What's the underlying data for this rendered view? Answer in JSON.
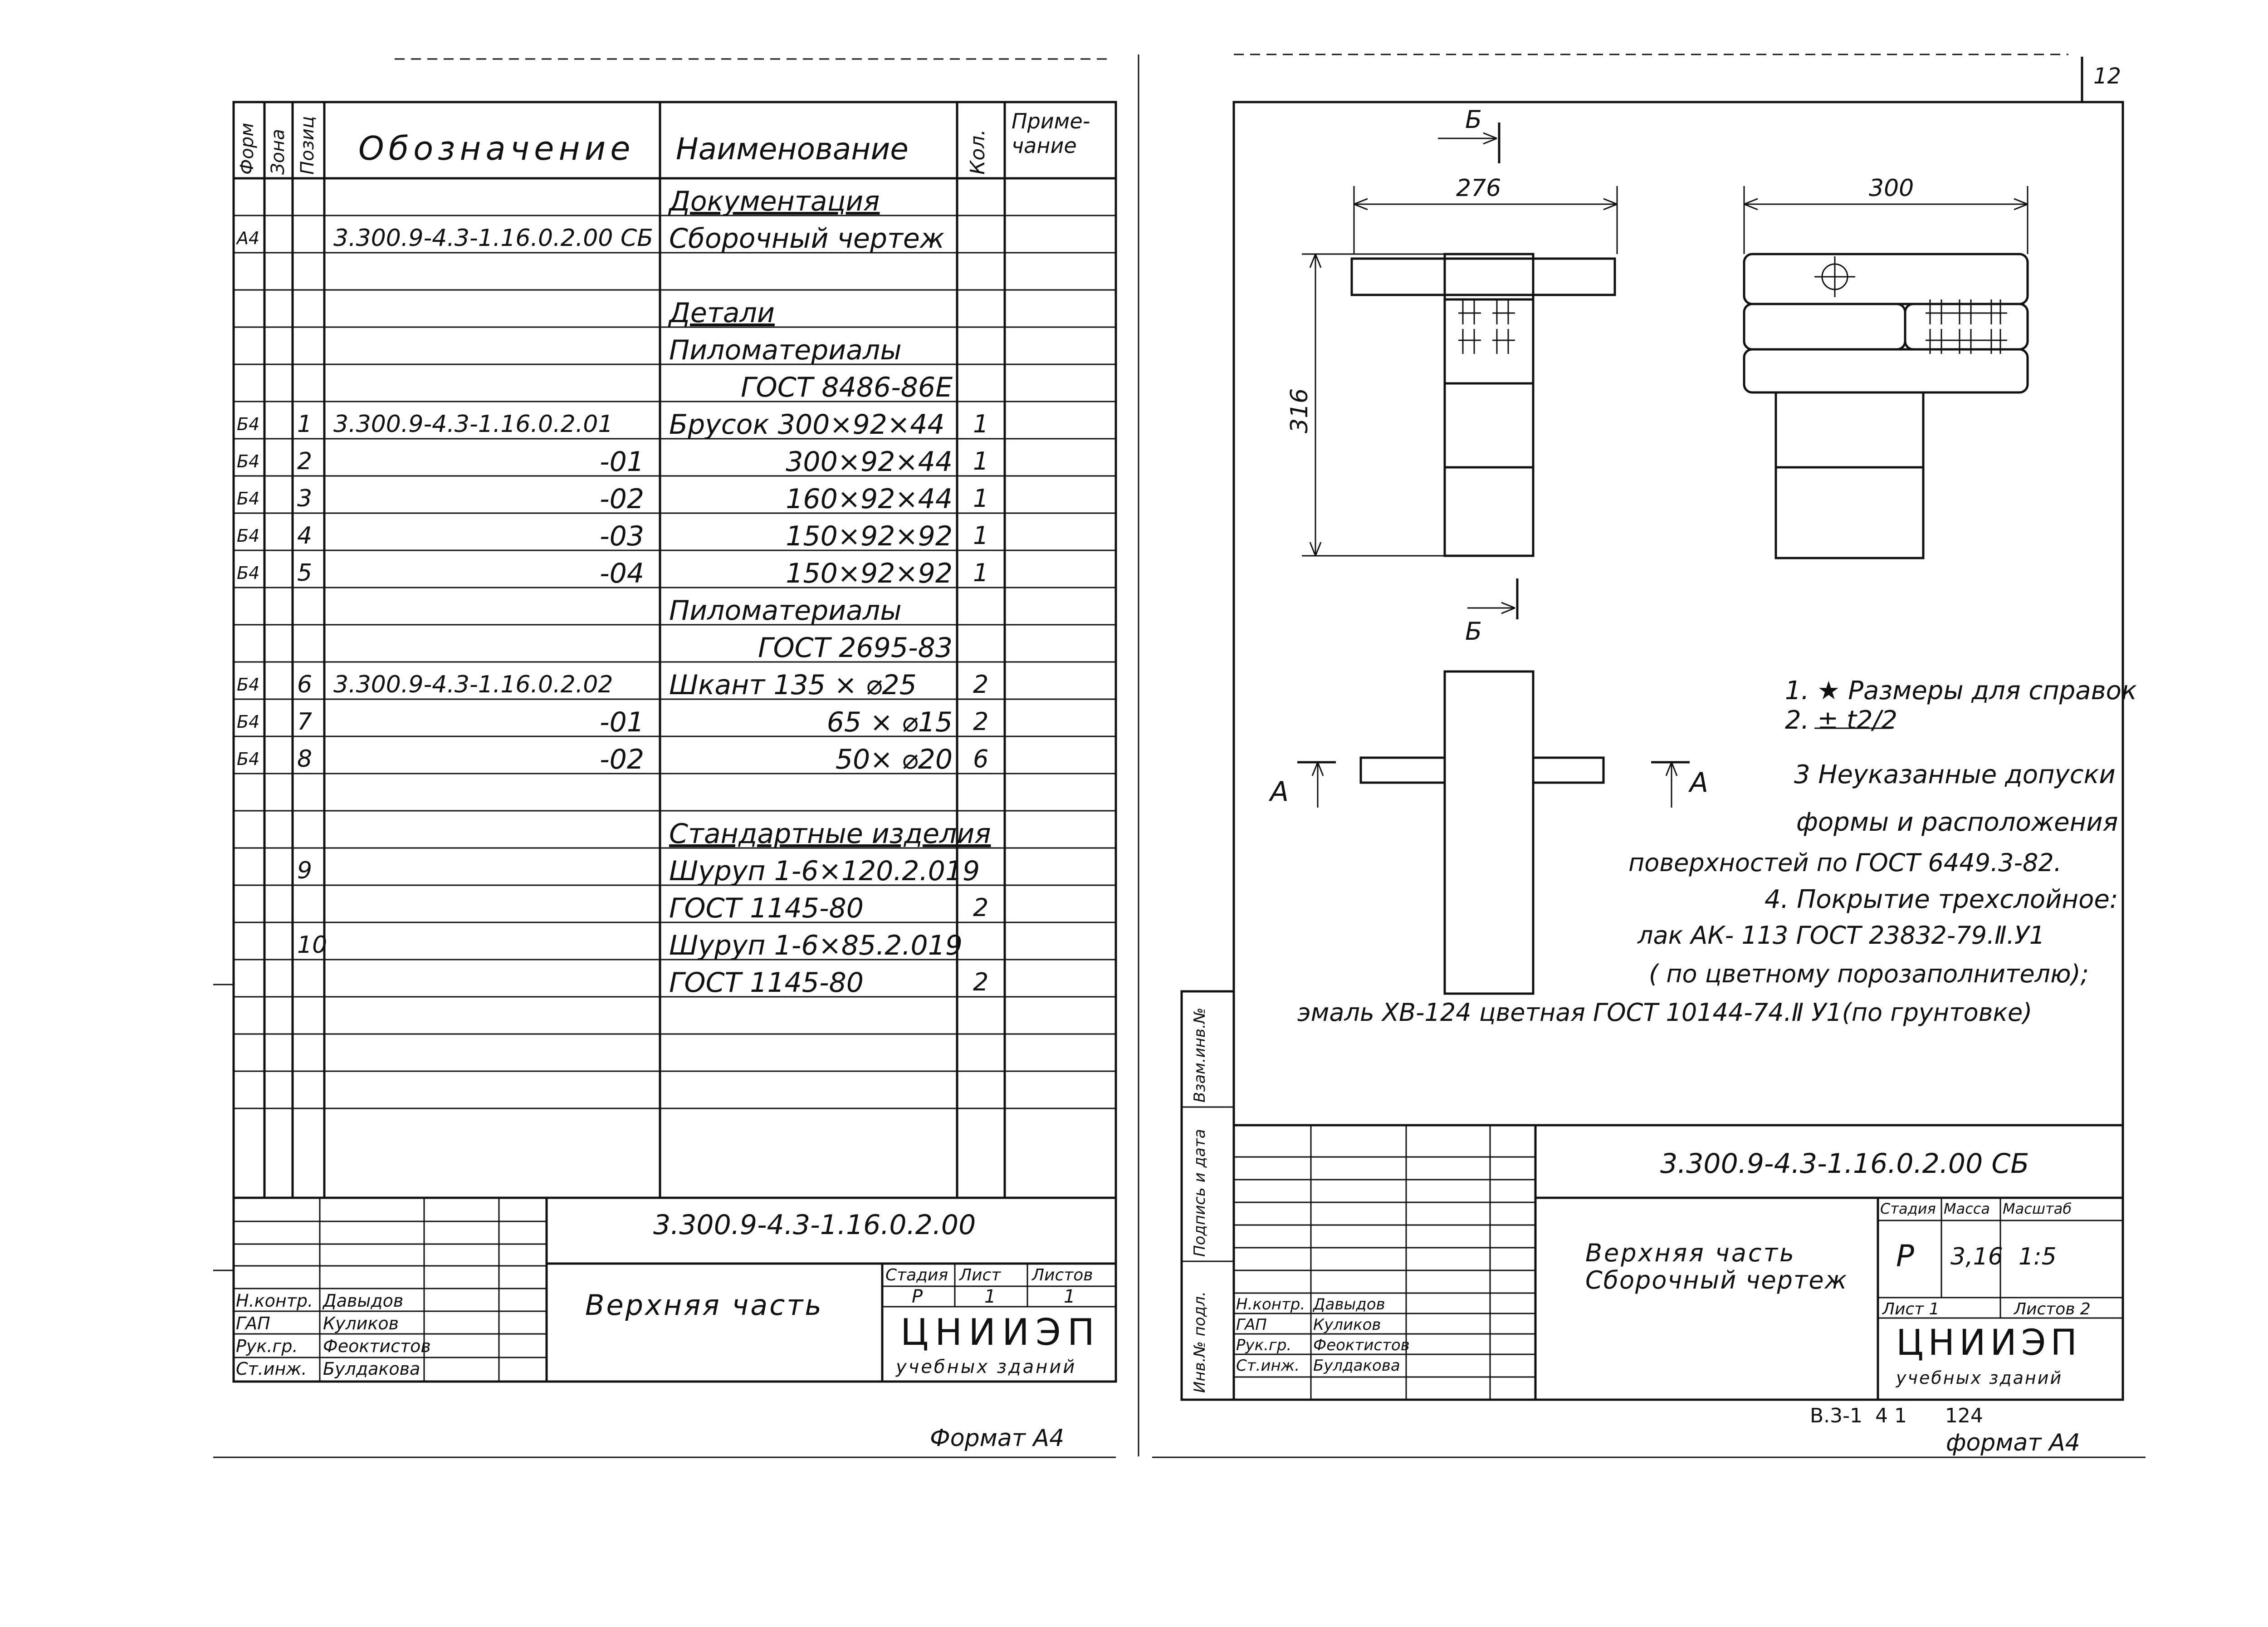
{
  "page_number": "12",
  "spec": {
    "header": {
      "format_col": "Форм",
      "zone_col": "Зона",
      "pos_col": "Позиц",
      "designation": "Обозначение",
      "name": "Наименование",
      "qty": "Кол.",
      "note": "Приме- чание"
    },
    "rows": [
      {
        "f": "",
        "pos": "",
        "designation": "",
        "name": "Документация",
        "qty": "",
        "style": "u"
      },
      {
        "f": "А4",
        "pos": "",
        "designation": "3.300.9-4.3-1.16.0.2.00 СБ",
        "name": "Сборочный чертеж",
        "qty": ""
      },
      {
        "f": "",
        "pos": "",
        "designation": "",
        "name": "",
        "qty": ""
      },
      {
        "f": "",
        "pos": "",
        "designation": "",
        "name": "Детали",
        "qty": "",
        "style": "u"
      },
      {
        "f": "",
        "pos": "",
        "designation": "",
        "name": "Пиломатериалы",
        "qty": ""
      },
      {
        "f": "",
        "pos": "",
        "designation": "",
        "name": "ГОСТ 8486-86Е",
        "qty": "",
        "style": "r"
      },
      {
        "f": "Б4",
        "pos": "1",
        "designation": "3.300.9-4.3-1.16.0.2.01",
        "name": "Брусок 300×92×44",
        "qty": "1"
      },
      {
        "f": "Б4",
        "pos": "2",
        "designation": "-01",
        "name": "300×92×44",
        "qty": "1",
        "style": "r",
        "dstyle": "r"
      },
      {
        "f": "Б4",
        "pos": "3",
        "designation": "-02",
        "name": "160×92×44",
        "qty": "1",
        "style": "r",
        "dstyle": "r"
      },
      {
        "f": "Б4",
        "pos": "4",
        "designation": "-03",
        "name": "150×92×92",
        "qty": "1",
        "style": "r",
        "dstyle": "r"
      },
      {
        "f": "Б4",
        "pos": "5",
        "designation": "-04",
        "name": "150×92×92",
        "qty": "1",
        "style": "r",
        "dstyle": "r"
      },
      {
        "f": "",
        "pos": "",
        "designation": "",
        "name": "Пиломатериалы",
        "qty": ""
      },
      {
        "f": "",
        "pos": "",
        "designation": "",
        "name": "ГОСТ 2695-83",
        "qty": "",
        "style": "r"
      },
      {
        "f": "Б4",
        "pos": "6",
        "designation": "3.300.9-4.3-1.16.0.2.02",
        "name": "Шкант 135 × ⌀25",
        "qty": "2"
      },
      {
        "f": "Б4",
        "pos": "7",
        "designation": "-01",
        "name": "65 × ⌀15",
        "qty": "2",
        "style": "r",
        "dstyle": "r"
      },
      {
        "f": "Б4",
        "pos": "8",
        "designation": "-02",
        "name": "50× ⌀20",
        "qty": "6",
        "style": "r",
        "dstyle": "r"
      },
      {
        "f": "",
        "pos": "",
        "designation": "",
        "name": "",
        "qty": ""
      },
      {
        "f": "",
        "pos": "",
        "designation": "",
        "name": "Стандартные изделия",
        "qty": "",
        "style": "u"
      },
      {
        "f": "",
        "pos": "9",
        "designation": "",
        "name": "Шуруп 1-6×120.2.019",
        "qty": ""
      },
      {
        "f": "",
        "pos": "",
        "designation": "",
        "name": "ГОСТ 1145-80",
        "qty": "2"
      },
      {
        "f": "",
        "pos": "10",
        "designation": "",
        "name": "Шуруп 1-6×85.2.019",
        "qty": ""
      },
      {
        "f": "",
        "pos": "",
        "designation": "",
        "name": "ГОСТ 1145-80",
        "qty": "2"
      },
      {
        "f": "",
        "pos": "",
        "designation": "",
        "name": "",
        "qty": ""
      },
      {
        "f": "",
        "pos": "",
        "designation": "",
        "name": "",
        "qty": ""
      },
      {
        "f": "",
        "pos": "",
        "designation": "",
        "name": "",
        "qty": ""
      }
    ],
    "title_block": {
      "doc_number": "3.300.9-4.3-1.16.0.2.00",
      "title": "Верхняя часть",
      "stage_label": "Стадия",
      "sheet_label": "Лист",
      "sheets_label": "Листов",
      "stage": "Р",
      "sheet": "1",
      "sheets": "1",
      "org": "ЦНИИЭП",
      "org_sub": "учебных зданий",
      "people": [
        {
          "role": "Н.контр.",
          "name": "Давыдов"
        },
        {
          "role": "ГАП",
          "name": "Куликов"
        },
        {
          "role": "Рук.гр.",
          "name": "Феоктистов"
        },
        {
          "role": "Ст.инж.",
          "name": "Булдакова"
        }
      ]
    },
    "format": "Формат А4"
  },
  "drawing": {
    "dims": {
      "d1": "276",
      "d2": "300",
      "d3": "316"
    },
    "section_labels": {
      "b": "Б",
      "a": "А"
    },
    "notes": [
      "1. ★ Размеры для справок",
      "2. ± t2/2",
      "3 Неуказанные допуски",
      "формы и расположения",
      "поверхностей по ГОСТ   6449.3-82.",
      "4. Покрытие трехслойное:",
      "лак АК- 113  ГОСТ 23832-79.Ⅱ.У1",
      "( по цветному порозаполнителю);",
      "эмаль ХВ-124 цветная   ГОСТ 10144-74.Ⅱ  У1(по грунтовке)"
    ],
    "side_labels": [
      "Взам.инв.№",
      "Подпись и дата",
      "Инв.№ подл."
    ],
    "title_block": {
      "doc_number": "3.300.9-4.3-1.16.0.2.00 СБ",
      "title": "Верхняя часть",
      "subtitle": "Сборочный чертеж",
      "stage_label": "Стадия",
      "mass_label": "Масса",
      "scale_label": "Масштаб",
      "stage": "Р",
      "mass": "3,16",
      "scale": "1:5",
      "sheet_label": "Лист 1",
      "sheets_label": "Листов 2",
      "org": "ЦНИИЭП",
      "org_sub": "учебных зданий",
      "people": [
        {
          "role": "Н.контр.",
          "name": "Давыдов"
        },
        {
          "role": "ГАП",
          "name": "Куликов"
        },
        {
          "role": "Рук.гр.",
          "name": "Феоктистов"
        },
        {
          "role": "Ст.инж.",
          "name": "Булдакова"
        }
      ]
    },
    "footer_codes": "В.3-1  4 1      124",
    "format": "формат А4"
  }
}
